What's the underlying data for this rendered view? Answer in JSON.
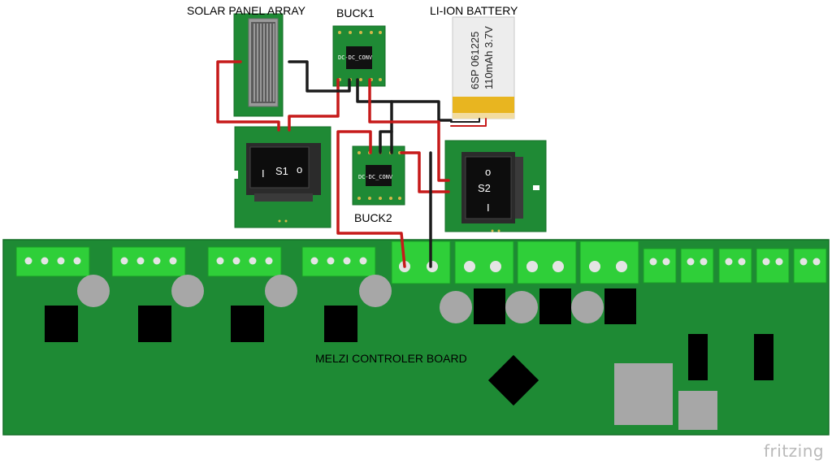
{
  "labels": {
    "solar": "SOLAR PANEL ARRAY",
    "buck1": "BUCK1",
    "battery": "LI-ION BATTERY",
    "buck2": "BUCK2",
    "board": "MELZI CONTROLER BOARD",
    "s1": "S1",
    "s2": "S2",
    "battery_line1": "6SP 061225",
    "battery_line2": "110mAh 3.7V",
    "chip": "DC-DC_CONV",
    "brand": "fritzing"
  },
  "colors": {
    "board": "#1e8a34",
    "board_dark": "#16752a",
    "terminal": "#2fcf39",
    "wire_red": "#c61a1a",
    "wire_black": "#1b1b1b",
    "battery_body": "#ededed",
    "battery_band": "#e8b520"
  }
}
